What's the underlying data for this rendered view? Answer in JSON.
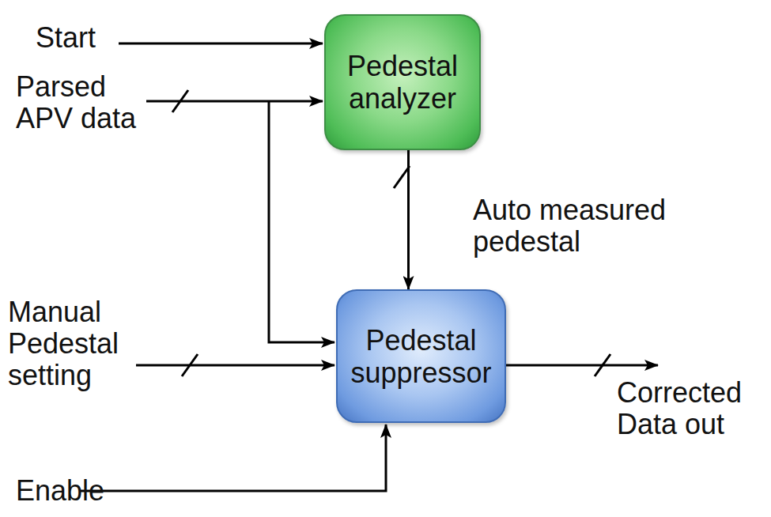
{
  "diagram": {
    "nodes": [
      {
        "text": [
          "Pedestal analyzer"
        ]
      },
      {
        "text": [
          "Pedestal suppressor"
        ]
      }
    ],
    "edges": [
      {
        "from": 0,
        "to": 1,
        "arrow": "to",
        "label": "Auto measured pedestal"
      }
    ],
    "labels": [
      "Start",
      "Parsed APV data",
      "Manual Pedestal setting",
      "Corrected Data out",
      "Enable"
    ]
  }
}
